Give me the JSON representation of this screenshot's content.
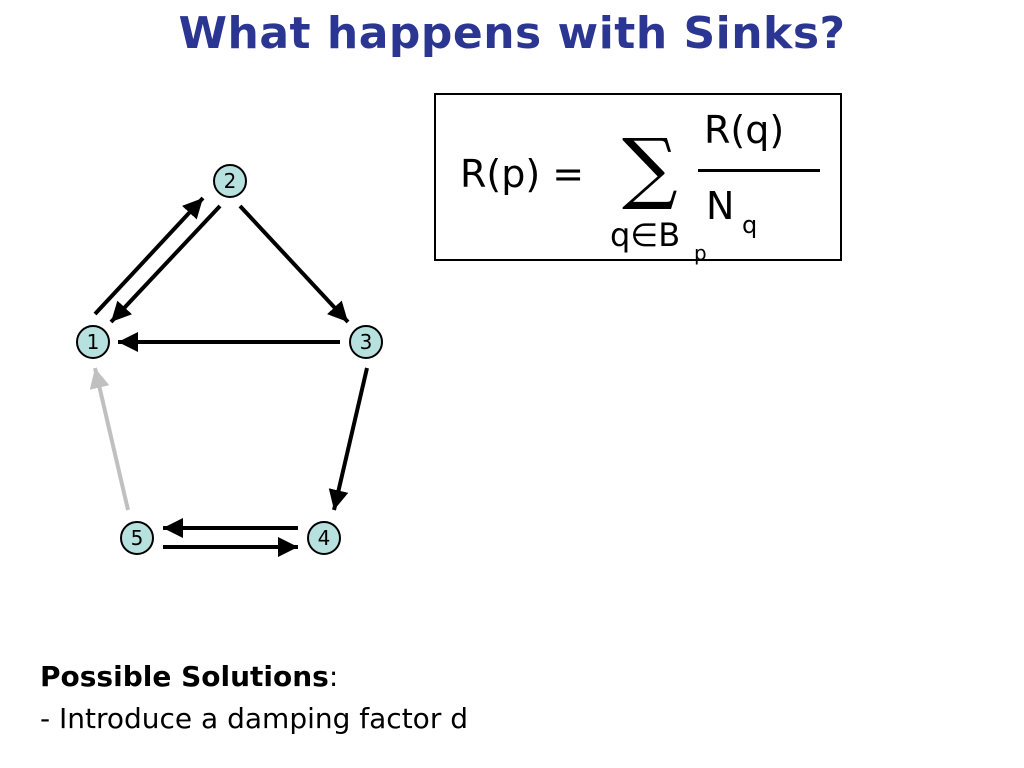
{
  "title": "What happens with Sinks?",
  "formula": {
    "lhs": "R(p) =",
    "sigma": "∑",
    "numerator": "R(q)",
    "denominator": "N",
    "denominator_sub": "q",
    "sum_sub": "q∈B",
    "sum_sub_sub": "p"
  },
  "graph": {
    "nodes": [
      {
        "id": "1",
        "label": "1"
      },
      {
        "id": "2",
        "label": "2"
      },
      {
        "id": "3",
        "label": "3"
      },
      {
        "id": "4",
        "label": "4"
      },
      {
        "id": "5",
        "label": "5"
      }
    ],
    "edges": [
      {
        "from": "1",
        "to": "2",
        "color": "#000000"
      },
      {
        "from": "2",
        "to": "1",
        "color": "#000000"
      },
      {
        "from": "2",
        "to": "3",
        "color": "#000000"
      },
      {
        "from": "3",
        "to": "1",
        "color": "#000000"
      },
      {
        "from": "3",
        "to": "4",
        "color": "#000000"
      },
      {
        "from": "4",
        "to": "5",
        "color": "#000000"
      },
      {
        "from": "5",
        "to": "4",
        "color": "#000000"
      },
      {
        "from": "5",
        "to": "1",
        "color": "#c0c0c0"
      }
    ],
    "node_fill": "#b7e1df"
  },
  "solutions": {
    "heading": "Possible Solutions",
    "colon": ":",
    "items": [
      "- Introduce a damping factor d"
    ]
  },
  "colors": {
    "title": "#2b3592"
  }
}
